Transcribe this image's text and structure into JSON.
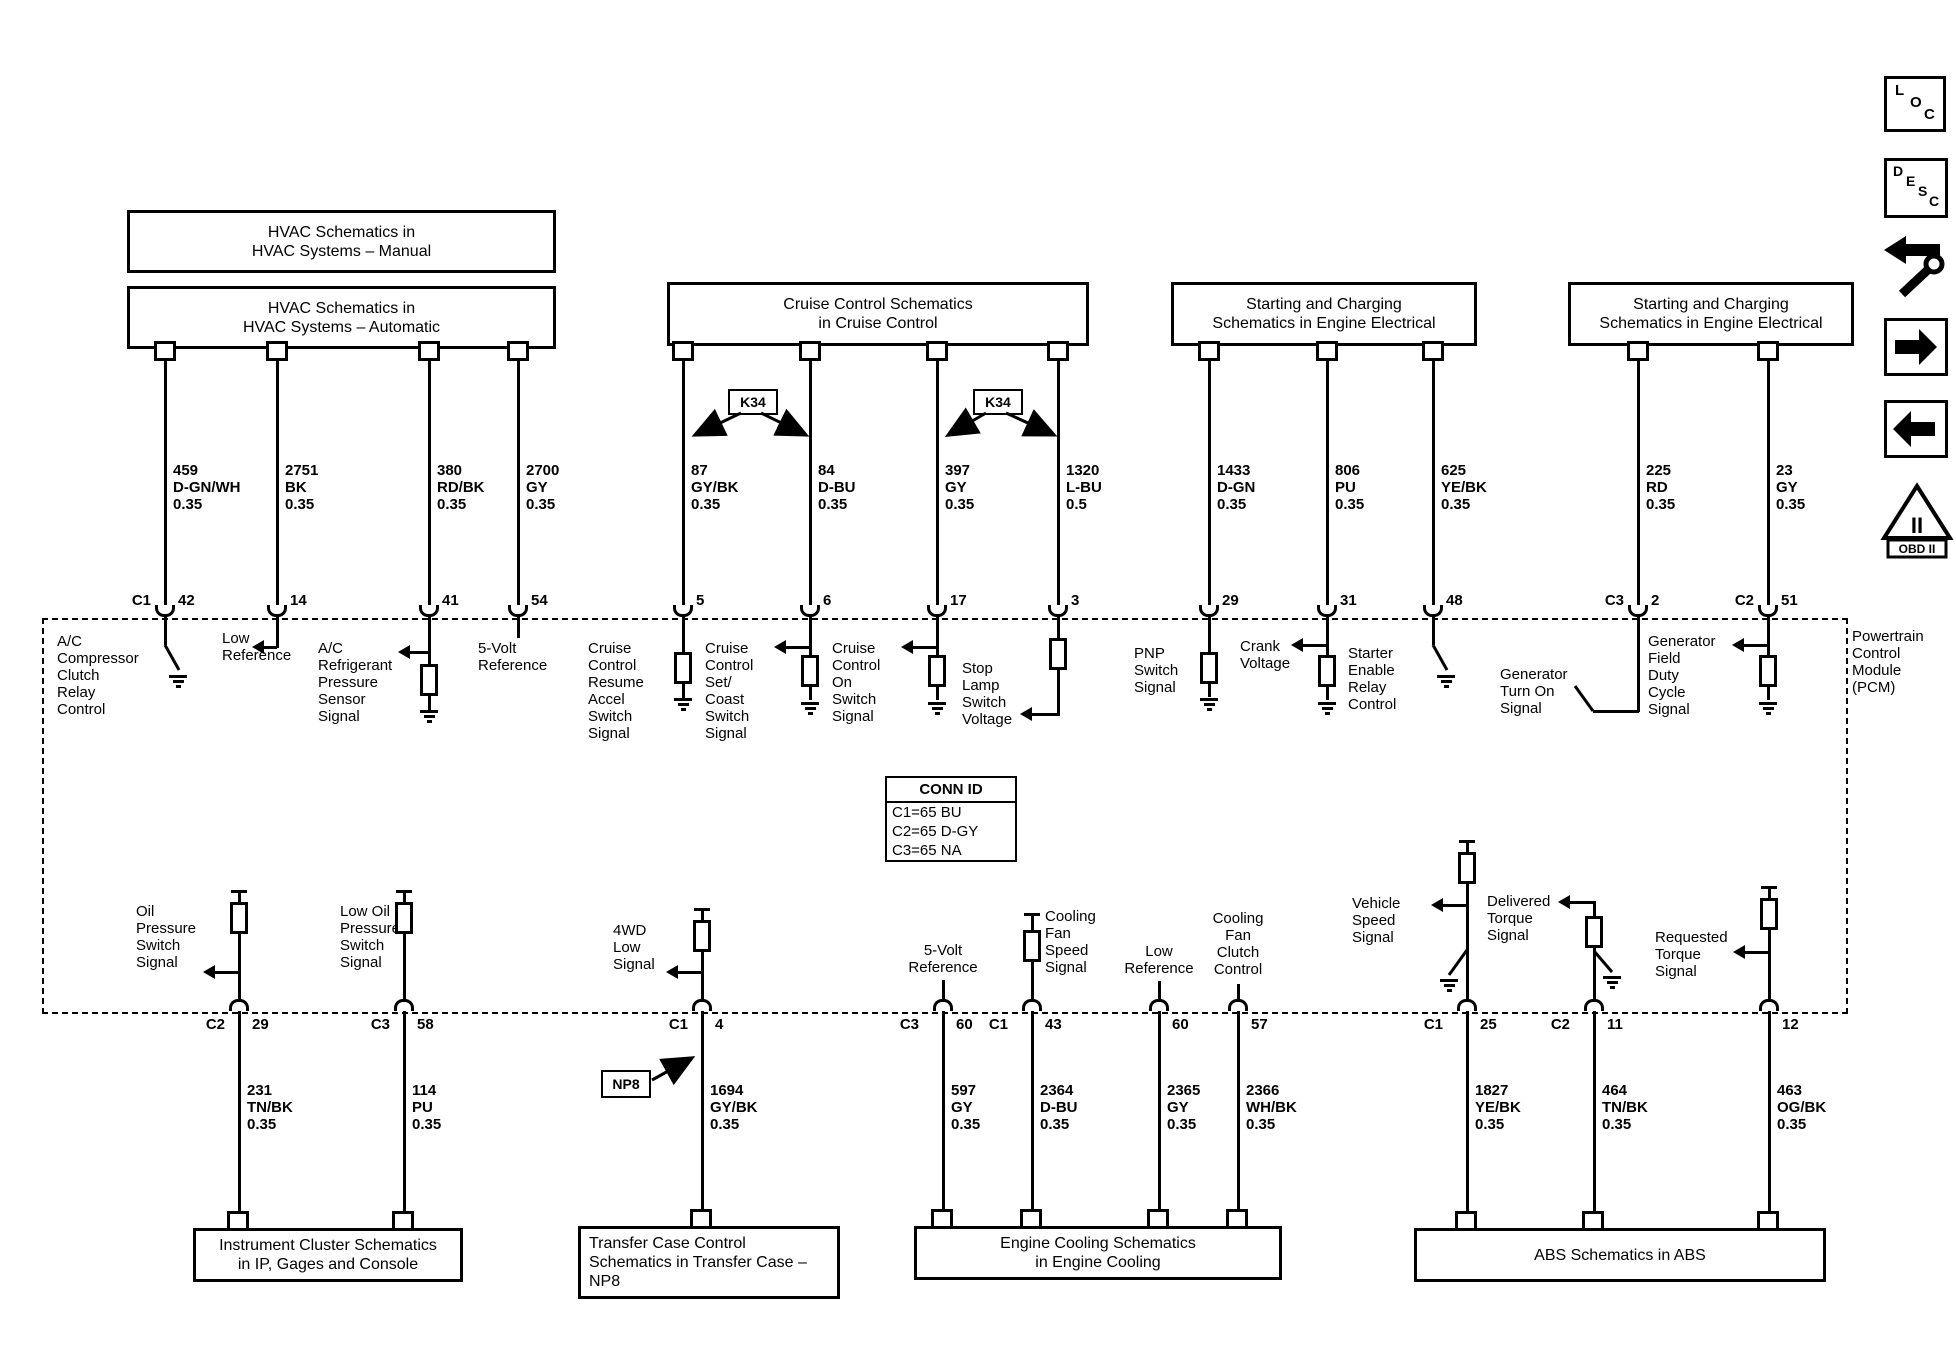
{
  "pcm": {
    "label": "Powertrain\nControl\nModule\n(PCM)"
  },
  "conn_id": {
    "title": "CONN ID",
    "rows": [
      "C1=65 BU",
      "C2=65 D-GY",
      "C3=65 NA"
    ]
  },
  "tags": {
    "k34_left": "K34",
    "k34_right": "K34",
    "np8": "NP8"
  },
  "icons": {
    "loc": [
      "L",
      "O",
      "C"
    ],
    "desc": [
      "D",
      "E",
      "S",
      "C"
    ],
    "obd": {
      "numeral": "II",
      "label": "OBD II"
    }
  },
  "top_boxes": [
    {
      "label": "HVAC Schematics in\nHVAC Systems – Manual"
    },
    {
      "label": "HVAC Schematics in\nHVAC Systems – Automatic"
    },
    {
      "label": "Cruise Control Schematics\nin Cruise Control"
    },
    {
      "label": "Starting and Charging\nSchematics in Engine Electrical"
    },
    {
      "label": "Starting and Charging\nSchematics in Engine Electrical"
    }
  ],
  "bottom_boxes": [
    {
      "label": "Instrument Cluster Schematics\nin IP, Gages and Console"
    },
    {
      "label": "Transfer Case Control\nSchematics in Transfer Case –\nNP8"
    },
    {
      "label": "Engine Cooling Schematics\nin Engine Cooling"
    },
    {
      "label": "ABS Schematics in ABS"
    }
  ],
  "top_wires": [
    {
      "wire": "459\nD-GN/WH\n0.35",
      "conn": "C1",
      "pin": "42",
      "signal": "A/C\nCompressor\nClutch\nRelay\nControl"
    },
    {
      "wire": "2751\nBK\n0.35",
      "conn": "",
      "pin": "14",
      "signal": "Low\nReference"
    },
    {
      "wire": "380\nRD/BK\n0.35",
      "conn": "",
      "pin": "41",
      "signal": "A/C\nRefrigerant\nPressure\nSensor\nSignal"
    },
    {
      "wire": "2700\nGY\n0.35",
      "conn": "",
      "pin": "54",
      "signal": "5-Volt\nReference"
    },
    {
      "wire": "87\nGY/BK\n0.35",
      "conn": "",
      "pin": "5",
      "signal": "Cruise\nControl\nResume\nAccel\nSwitch\nSignal"
    },
    {
      "wire": "84\nD-BU\n0.35",
      "conn": "",
      "pin": "6",
      "signal": "Cruise\nControl\nSet/\nCoast\nSwitch\nSignal"
    },
    {
      "wire": "397\nGY\n0.35",
      "conn": "",
      "pin": "17",
      "signal": "Cruise\nControl\nOn\nSwitch\nSignal"
    },
    {
      "wire": "1320\nL-BU\n0.5",
      "conn": "",
      "pin": "3",
      "signal": "Stop\nLamp\nSwitch\nVoltage"
    },
    {
      "wire": "1433\nD-GN\n0.35",
      "conn": "",
      "pin": "29",
      "signal": "PNP\nSwitch\nSignal"
    },
    {
      "wire": "806\nPU\n0.35",
      "conn": "",
      "pin": "31",
      "signal": "Crank\nVoltage"
    },
    {
      "wire": "625\nYE/BK\n0.35",
      "conn": "",
      "pin": "48",
      "signal": "Starter\nEnable\nRelay\nControl"
    },
    {
      "wire": "225\nRD\n0.35",
      "conn": "C3",
      "pin": "2",
      "signal": "Generator\nTurn On\nSignal"
    },
    {
      "wire": "23\nGY\n0.35",
      "conn": "C2",
      "pin": "51",
      "signal": "Generator\nField\nDuty\nCycle\nSignal"
    }
  ],
  "bottom_wires": [
    {
      "wire": "231\nTN/BK\n0.35",
      "conn": "C2",
      "pin": "29",
      "signal": "Oil\nPressure\nSwitch\nSignal"
    },
    {
      "wire": "114\nPU\n0.35",
      "conn": "C3",
      "pin": "58",
      "signal": "Low Oil\nPressure\nSwitch\nSignal"
    },
    {
      "wire": "1694\nGY/BK\n0.35",
      "conn": "C1",
      "pin": "4",
      "signal": "4WD\nLow\nSignal"
    },
    {
      "wire": "597\nGY\n0.35",
      "conn": "C3",
      "pin": "60",
      "signal": "5-Volt\nReference"
    },
    {
      "wire": "2364\nD-BU\n0.35",
      "conn": "C1",
      "pin": "43",
      "signal": "Cooling\nFan\nSpeed\nSignal"
    },
    {
      "wire": "2365\nGY\n0.35",
      "conn": "",
      "pin": "60",
      "signal": "Low\nReference"
    },
    {
      "wire": "2366\nWH/BK\n0.35",
      "conn": "",
      "pin": "57",
      "signal": "Cooling\nFan\nClutch\nControl"
    },
    {
      "wire": "1827\nYE/BK\n0.35",
      "conn": "C1",
      "pin": "25",
      "signal": "Vehicle\nSpeed\nSignal"
    },
    {
      "wire": "464\nTN/BK\n0.35",
      "conn": "C2",
      "pin": "11",
      "signal": "Delivered\nTorque\nSignal"
    },
    {
      "wire": "463\nOG/BK\n0.35",
      "conn": "",
      "pin": "12",
      "signal": "Requested\nTorque\nSignal"
    }
  ]
}
